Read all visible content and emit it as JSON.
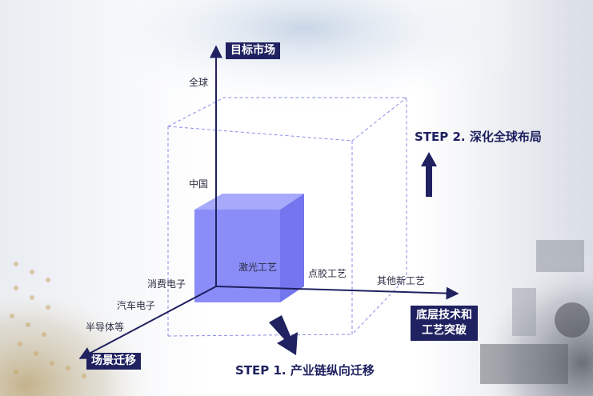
{
  "axes": {
    "vertical": {
      "label": "目标市场",
      "ticks": [
        "全球",
        "中国"
      ]
    },
    "horizontal": {
      "label": "底层技术和\n工艺突破",
      "ticks": [
        "点胶工艺",
        "其他新工艺"
      ]
    },
    "depth": {
      "label": "场景迁移",
      "ticks": [
        "消费电子",
        "汽车电子",
        "半导体等"
      ]
    }
  },
  "cube_label": "激光工艺",
  "steps": {
    "step1": "STEP 1. 产业链纵向迁移",
    "step2": "STEP 2. 深化全球布局"
  },
  "colors": {
    "axis": "#1f2160",
    "cube_front": "#8a8df7",
    "cube_top": "#a7aafb",
    "cube_side": "#7376ee",
    "dashed": "#8a8ee8"
  }
}
